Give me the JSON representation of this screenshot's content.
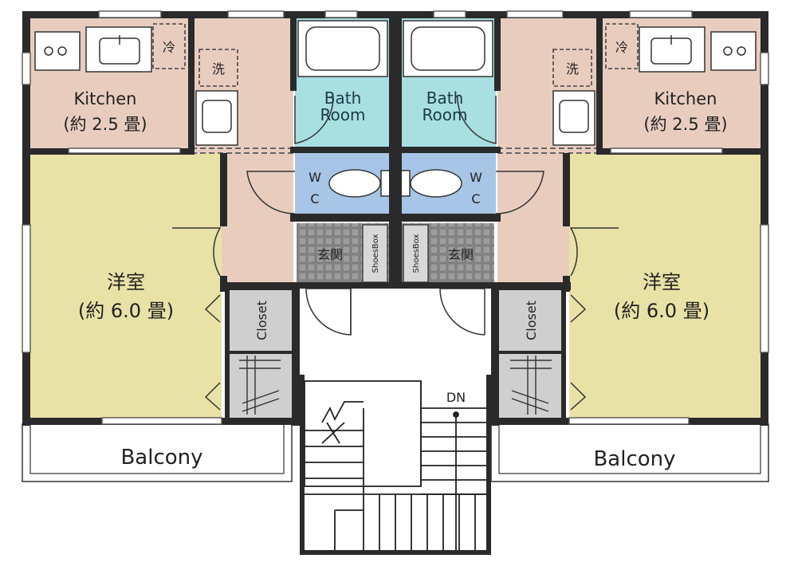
{
  "left_unit": {
    "kitchen_name": "Kitchen",
    "kitchen_size": "(約 2.5 畳)",
    "fridge": "冷",
    "washer": "洗",
    "bath_line1": "Bath",
    "bath_line2": "Room",
    "wc_w": "W",
    "wc_c": "C",
    "entrance": "玄関",
    "shoes": "ShoesBox",
    "room_name": "洋室",
    "room_size": "(約 6.0 畳)",
    "closet": "Closet",
    "balcony": "Balcony"
  },
  "right_unit": {
    "kitchen_name": "Kitchen",
    "kitchen_size": "(約 2.5 畳)",
    "fridge": "冷",
    "washer": "洗",
    "bath_line1": "Bath",
    "bath_line2": "Room",
    "wc_w": "W",
    "wc_c": "C",
    "entrance": "玄関",
    "shoes": "ShoesBox",
    "room_name": "洋室",
    "room_size": "(約 6.0 畳)",
    "closet": "Closet",
    "balcony": "Balcony"
  },
  "stairs": {
    "label": "DN"
  },
  "colors": {
    "kitchen": "#e8cdbf",
    "hall": "#e8cdbf",
    "room": "#e9e2a6",
    "bath": "#a8dfe0",
    "wc": "#a7c5e6",
    "entrance": "#8c8c8c",
    "closet": "#cfcfcf",
    "wall": "#2a2a2a"
  }
}
